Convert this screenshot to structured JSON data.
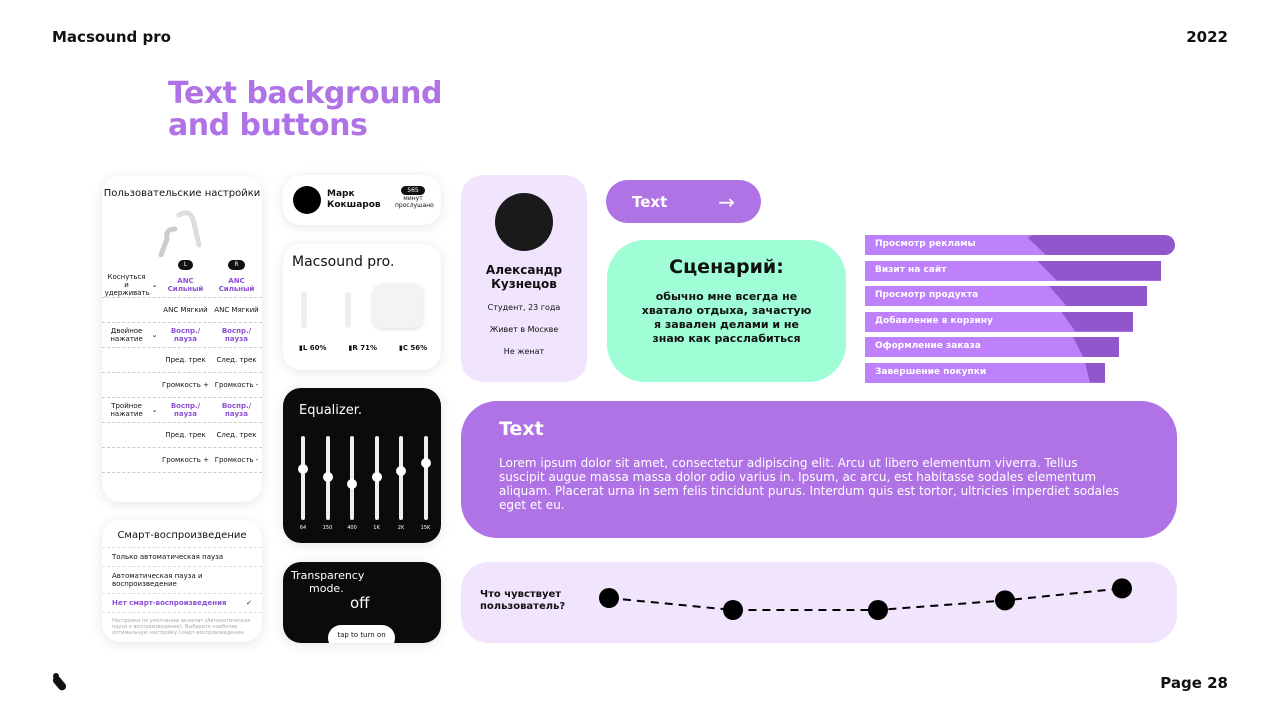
{
  "header": {
    "brand": "Macsound pro",
    "year": "2022",
    "page": "Page 28"
  },
  "title": {
    "line1": "Text background",
    "line2": "and buttons"
  },
  "settings": {
    "title": "Пользовательские настройки",
    "left": "L",
    "right": "R",
    "rows": [
      {
        "label": "Коснуться и удерживать",
        "l": "ANC Сильный",
        "r": "ANC Сильный",
        "active": true
      },
      {
        "label": "",
        "l": "ANC Мягкий",
        "r": "ANC Мягкий",
        "active": false
      },
      {
        "label": "Двойное нажатие",
        "l": "Воспр./ пауза",
        "r": "Воспр./ пауза",
        "active": true
      },
      {
        "label": "",
        "l": "Пред. трек",
        "r": "След. трек",
        "active": false
      },
      {
        "label": "",
        "l": "Громкость +",
        "r": "Громкость -",
        "active": false
      },
      {
        "label": "Тройное нажатие",
        "l": "Воспр./ пауза",
        "r": "Воспр./ пауза",
        "active": true
      },
      {
        "label": "",
        "l": "Пред. трек",
        "r": "След. трек",
        "active": false
      },
      {
        "label": "",
        "l": "Громкость +",
        "r": "Громкость -",
        "active": false
      }
    ]
  },
  "smart": {
    "title": "Смарт-воспроизведение",
    "items": [
      "Только автоматическая пауза",
      "Автоматическая пауза и воспроизведение",
      "Нет смарт-воспроизведения"
    ],
    "check": "✓",
    "note": "Настройки по умолчанию включат (Автоматическая пауза и воспроизведение). Выберите наиболее оптимальную настройку Смарт-воспроизведения."
  },
  "profile": {
    "name": "Марк Кокшаров",
    "minutes": "565",
    "minutes_label": "минут прослушано"
  },
  "device": {
    "title": "Macsound pro.",
    "battery": [
      {
        "side": "L",
        "value": "60%"
      },
      {
        "side": "R",
        "value": "71%"
      },
      {
        "side": "C",
        "value": "56%"
      }
    ]
  },
  "equalizer": {
    "title": "Equalizer.",
    "bands": [
      {
        "label": "64",
        "level": 0.61
      },
      {
        "label": "150",
        "level": 0.51
      },
      {
        "label": "400",
        "level": 0.43
      },
      {
        "label": "1K",
        "level": 0.51
      },
      {
        "label": "2K",
        "level": 0.58
      },
      {
        "label": "15K",
        "level": 0.68
      }
    ]
  },
  "transparency": {
    "title": "Transparency",
    "title2": "mode.",
    "state": "off",
    "button": "tap to turn on"
  },
  "persona": {
    "name": "Александр Кузнецов",
    "age": "Студент, 23 года",
    "city": "Живет в Москве",
    "status": "Не женат"
  },
  "button": {
    "label": "Text",
    "arrow": "→"
  },
  "scenario": {
    "title": "Сценарий:",
    "text": "обычно мне всегда не хватало отдыха, зачастую я завален делами и не знаю как расслабиться"
  },
  "funnel": [
    "Просмотр рекламы",
    "Визит на сайт",
    "Просмотр продукта",
    "Добавление в корзину",
    "Оформление заказа",
    "Завершение покупки"
  ],
  "textcard": {
    "title": "Text",
    "body": "Lorem ipsum dolor sit amet, consectetur adipiscing elit. Arcu ut libero elementum viverra. Tellus suscipit augue massa massa dolor odio varius in. Ipsum, ac arcu, est habitasse sodales elementum aliquam. Placerat urna in sem felis tincidunt purus. Interdum quis est tortor, ultricies imperdiet sodales eget et eu."
  },
  "emotion": {
    "label": "Что чувствует пользователь?",
    "levels": [
      3.0,
      2.0,
      2.0,
      2.8,
      3.8
    ]
  },
  "colors": {
    "accent": "#b073e6",
    "light": "#f1e4fd",
    "mint": "#9ffed6"
  }
}
